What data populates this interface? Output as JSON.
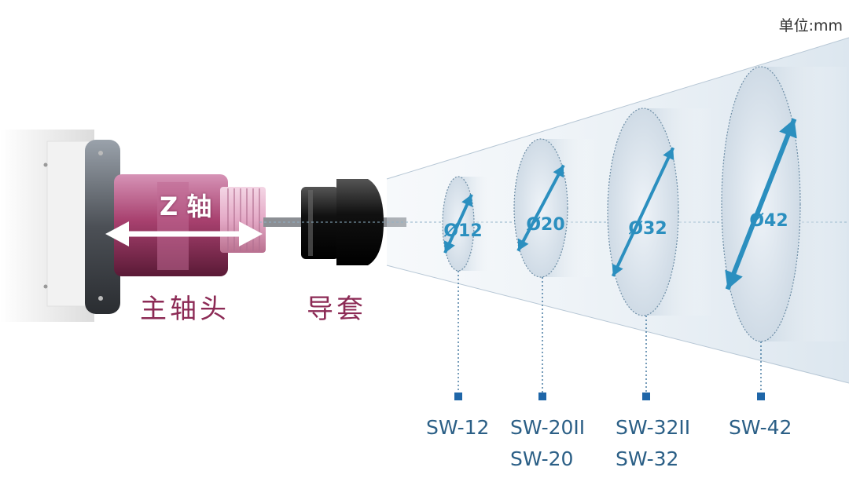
{
  "unit_label": "单位:mm",
  "labels": {
    "spindle": "主轴头",
    "guide_bushing": "导套",
    "z_axis": "Z 轴"
  },
  "bore_sizes": [
    "Ø12",
    "Ø20",
    "Ø32",
    "Ø42"
  ],
  "models": [
    [
      "SW-12"
    ],
    [
      "SW-20II",
      "SW-20"
    ],
    [
      "SW-32II",
      "SW-32"
    ],
    [
      "SW-42"
    ]
  ],
  "colors": {
    "accent_blue": "#2b8fbf",
    "model_text": "#2b5f86",
    "marker": "#1f66a8",
    "part_label": "#8c2a55",
    "spindle": "#b3527f"
  }
}
